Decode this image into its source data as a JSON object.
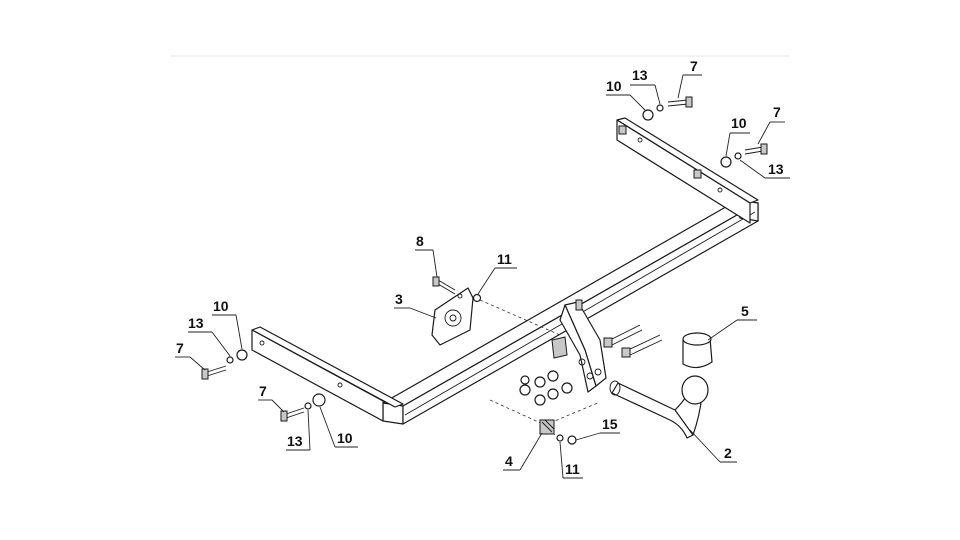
{
  "labels": {
    "p2": "2",
    "p3": "3",
    "p4": "4",
    "p5": "5",
    "p7a": "7",
    "p7b": "7",
    "p7c": "7",
    "p7d": "7",
    "p8": "8",
    "p10a": "10",
    "p10b": "10",
    "p10c": "10",
    "p10d": "10",
    "p11a": "11",
    "p11b": "11",
    "p13a": "13",
    "p13b": "13",
    "p13c": "13",
    "p13d": "13",
    "p15": "15"
  },
  "colors": {
    "line": "#1a1a1a",
    "shade": "#c8c8c8",
    "background": "#ffffff"
  }
}
